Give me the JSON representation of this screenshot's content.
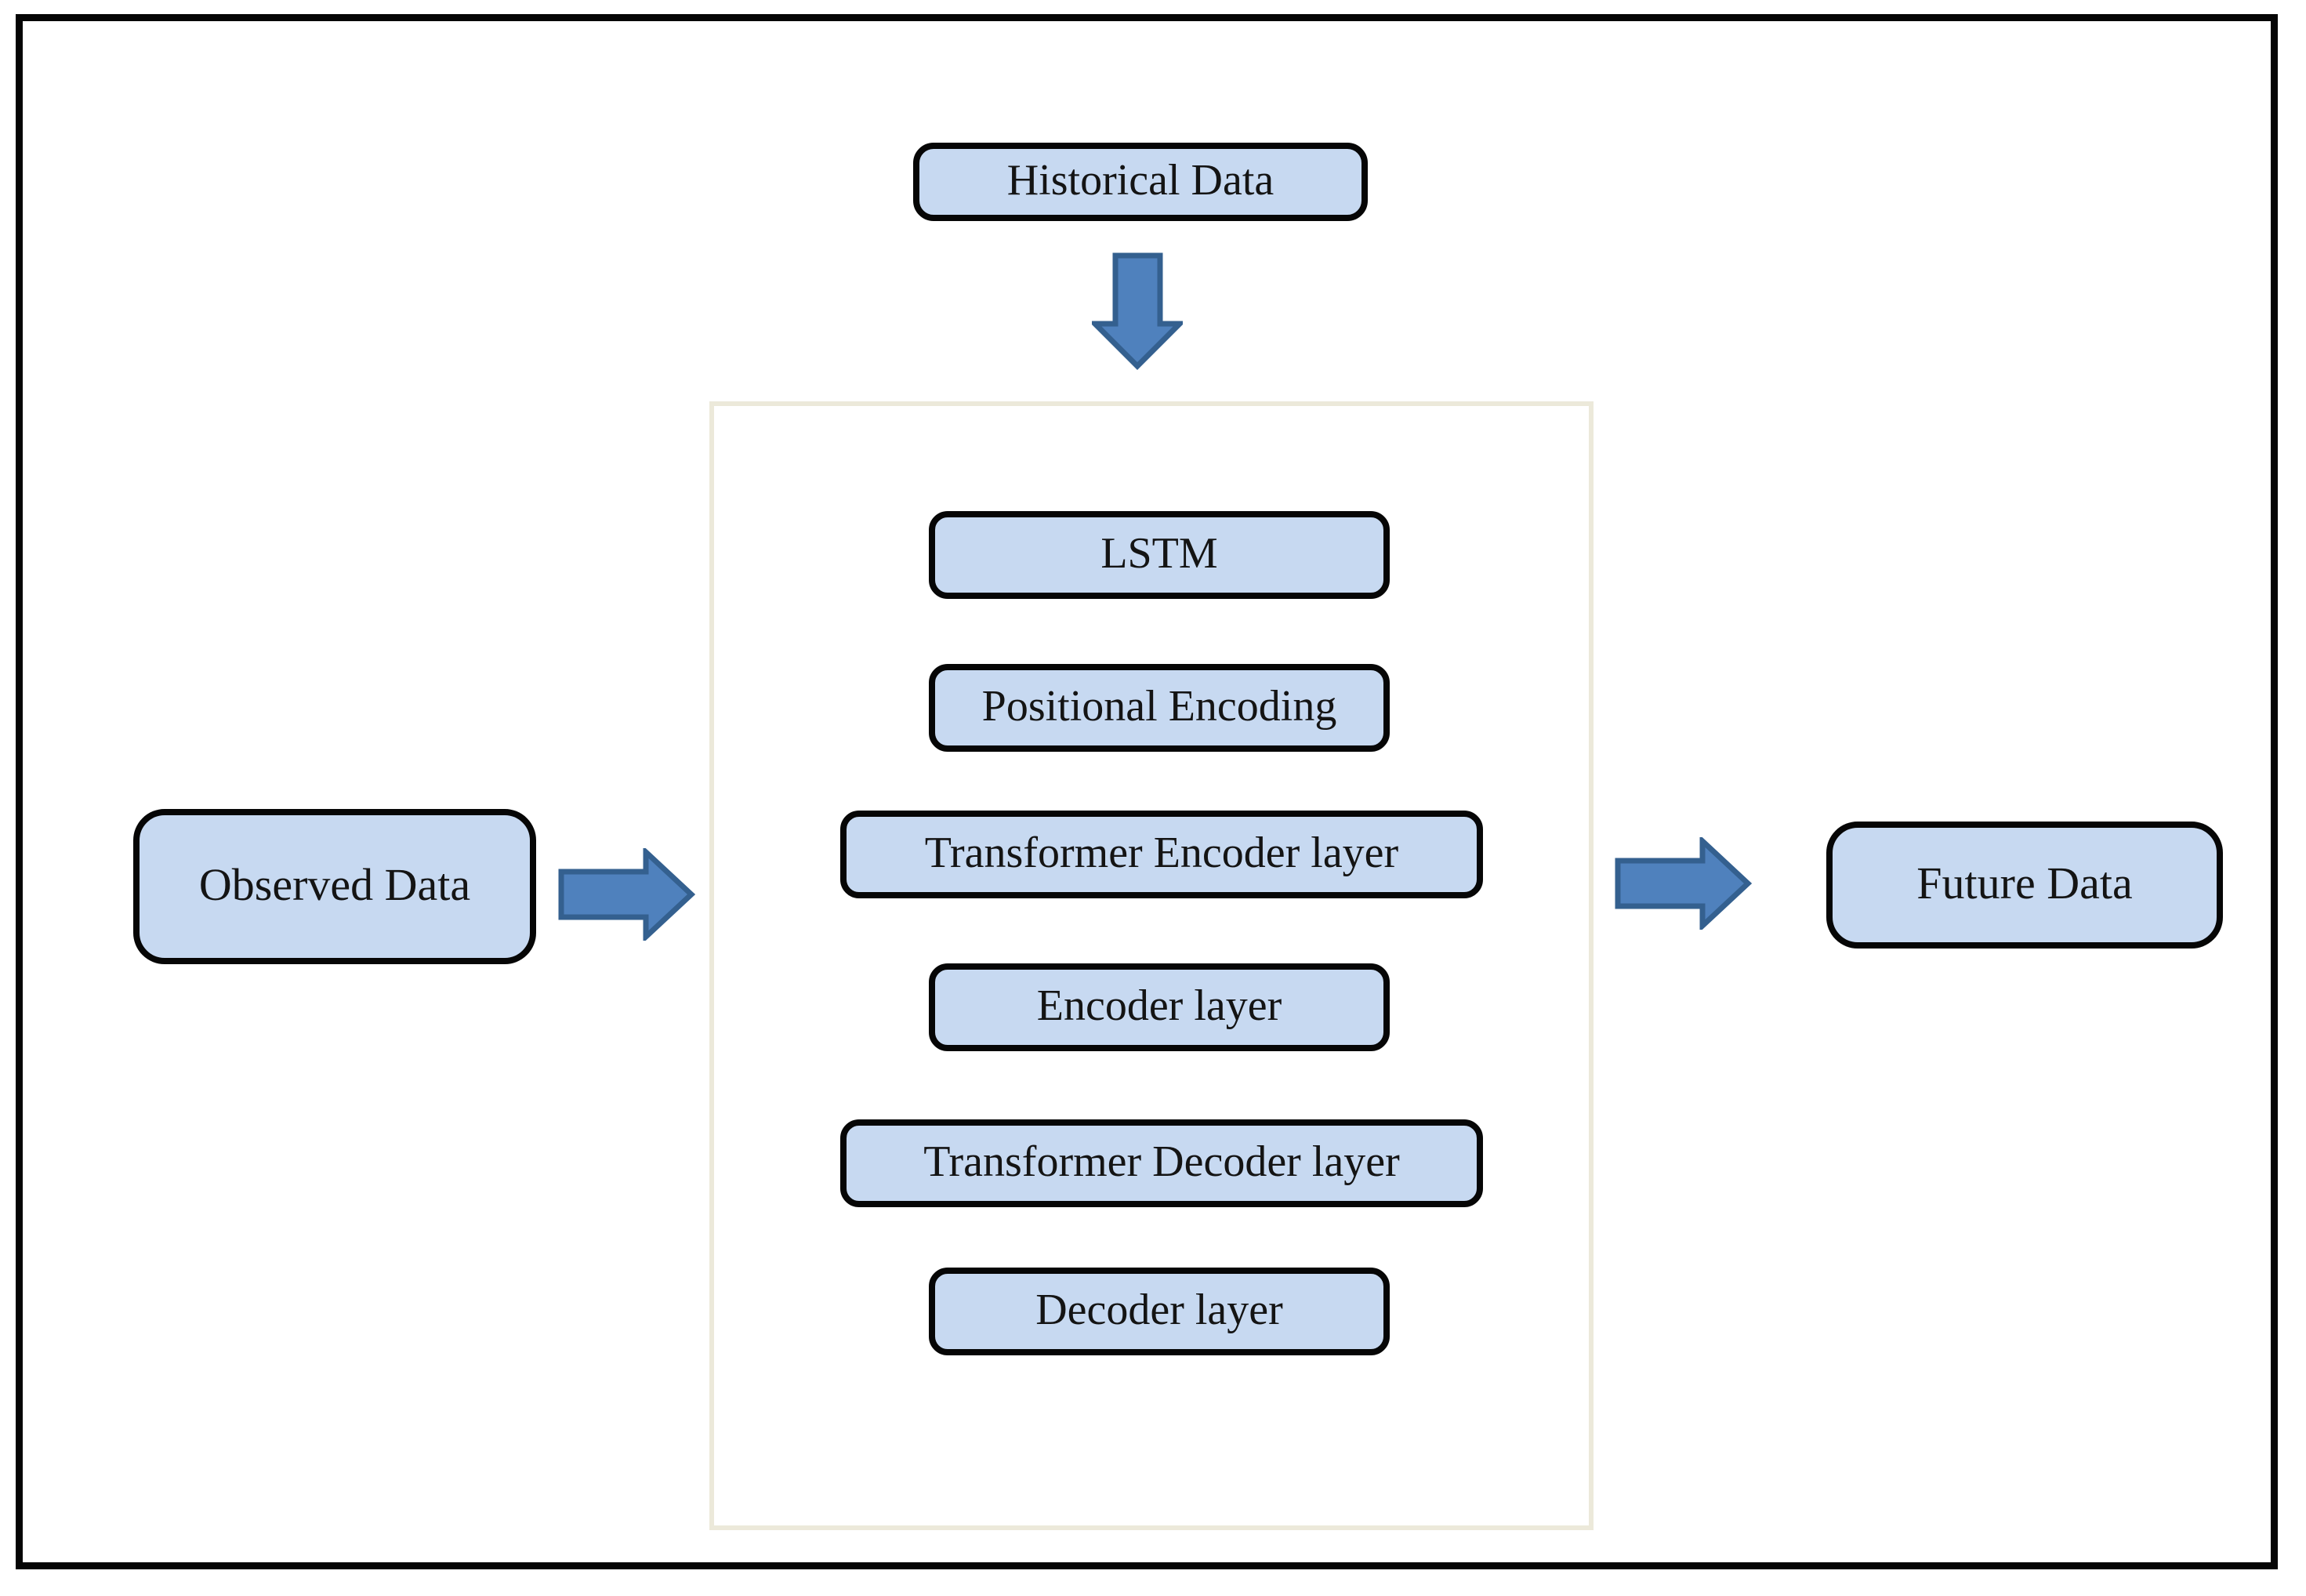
{
  "diagram": {
    "title_hint": "LSTM-Transformer forecasting pipeline",
    "top_box": {
      "label": "Historical Data"
    },
    "left_box": {
      "label": "Observed Data"
    },
    "right_box": {
      "label": "Future Data"
    },
    "model_stack": [
      {
        "label": "LSTM"
      },
      {
        "label": "Positional Encoding"
      },
      {
        "label": "Transformer Encoder layer"
      },
      {
        "label": "Encoder layer"
      },
      {
        "label": "Transformer Decoder layer"
      },
      {
        "label": "Decoder layer"
      }
    ],
    "arrows": [
      {
        "name": "historical-to-model",
        "direction": "down"
      },
      {
        "name": "observed-to-model",
        "direction": "right"
      },
      {
        "name": "model-to-future",
        "direction": "right"
      }
    ],
    "colors": {
      "background": "#ffffff",
      "node_fill": "#c7d9f1",
      "node_border": "#060606",
      "arrow_fill": "#4f81bd",
      "arrow_border": "#34608f",
      "container_border": "#ece9da",
      "outer_frame_border": "#050505",
      "text": "#141414"
    }
  }
}
